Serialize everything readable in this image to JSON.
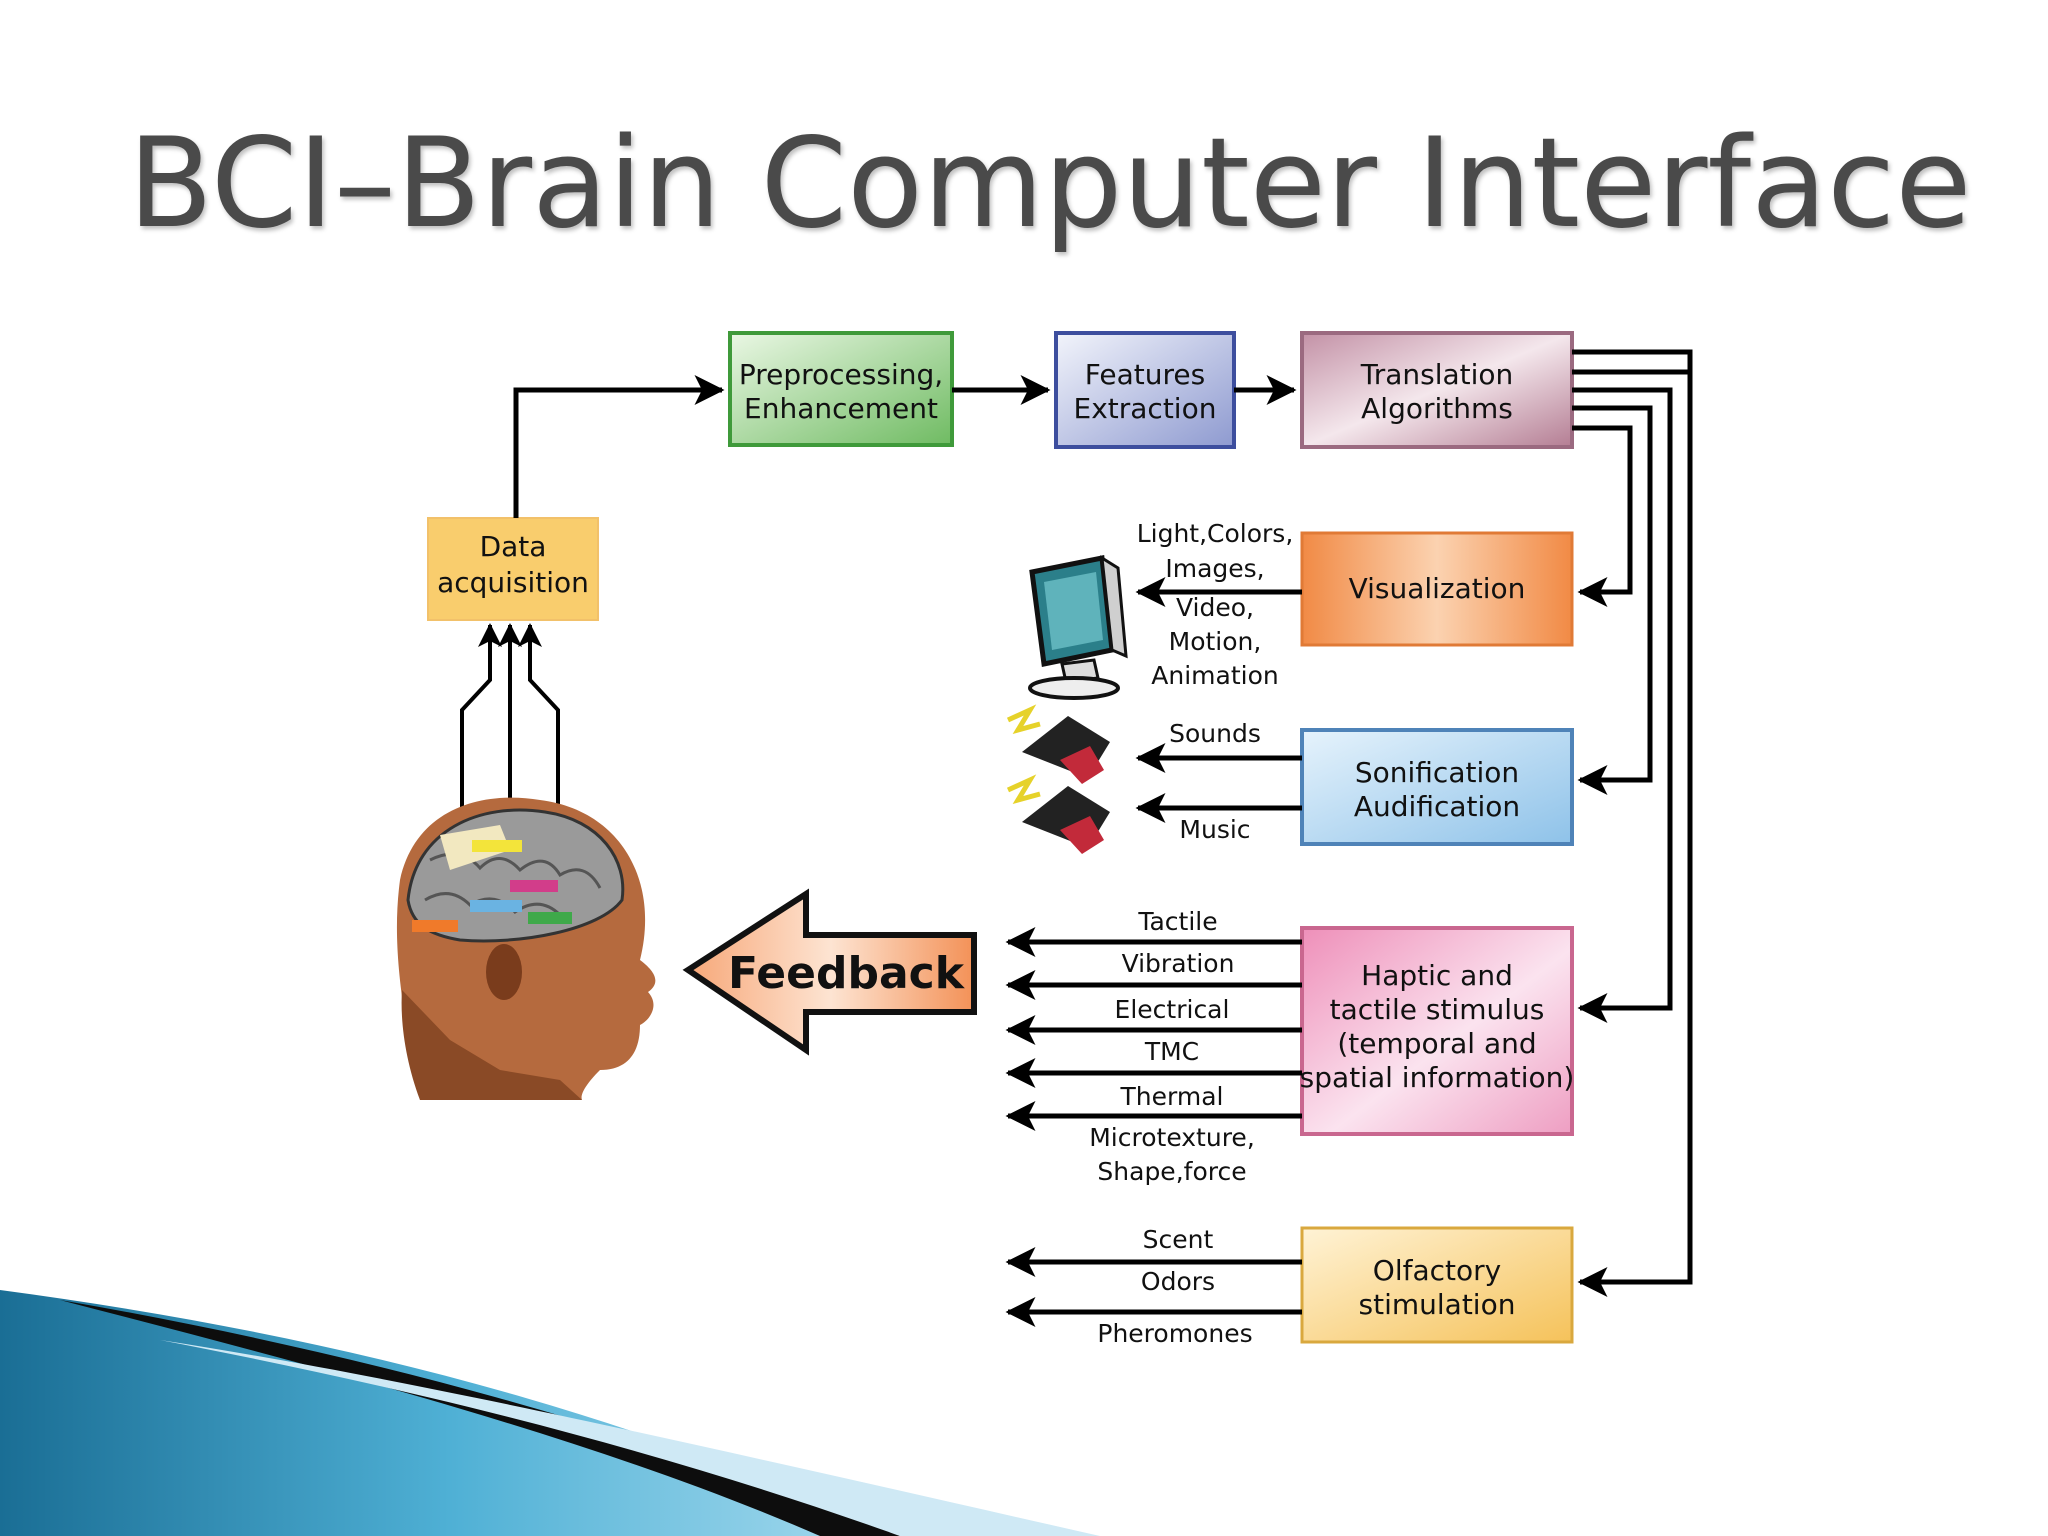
{
  "slide": {
    "title": "BCI–Brain Computer Interface"
  },
  "boxes": {
    "data_acquisition": [
      "Data",
      "acquisition"
    ],
    "preprocessing": [
      "Preprocessing,",
      "Enhancement"
    ],
    "features": [
      "Features",
      "Extraction"
    ],
    "translation": [
      "Translation",
      "Algorithms"
    ],
    "visualization": [
      "Visualization"
    ],
    "sonification": [
      "Sonification",
      "Audification"
    ],
    "haptic": [
      "Haptic and",
      "tactile stimulus",
      "(temporal and",
      "spatial information)"
    ],
    "olfactory": [
      "Olfactory",
      "stimulation"
    ]
  },
  "feedback_label": "Feedback",
  "outputs": {
    "visual": [
      "Light,Colors,",
      "Images,",
      "Video,",
      "Motion,",
      "Animation"
    ],
    "sound": "Sounds",
    "music": "Music",
    "haptic": [
      "Tactile",
      "Vibration",
      "Electrical",
      "TMC",
      "Thermal",
      "Microtexture,",
      "Shape,force"
    ],
    "olfactory": [
      "Scent",
      "Odors",
      "Pheromones"
    ]
  },
  "colors": {
    "title": "#4a4a4a",
    "green": "#63b35a",
    "blue": "#5f6fb3",
    "mauve": "#a56b84",
    "yellow": "#f9cd6d",
    "orange": "#ef8a45",
    "light_blue": "#8fc3ea",
    "pink": "#ef9ec2",
    "olfactory": "#f5c863"
  },
  "icons": [
    "monitor-icon",
    "speaker-icon",
    "brain-head-icon",
    "feedback-arrow-icon"
  ]
}
